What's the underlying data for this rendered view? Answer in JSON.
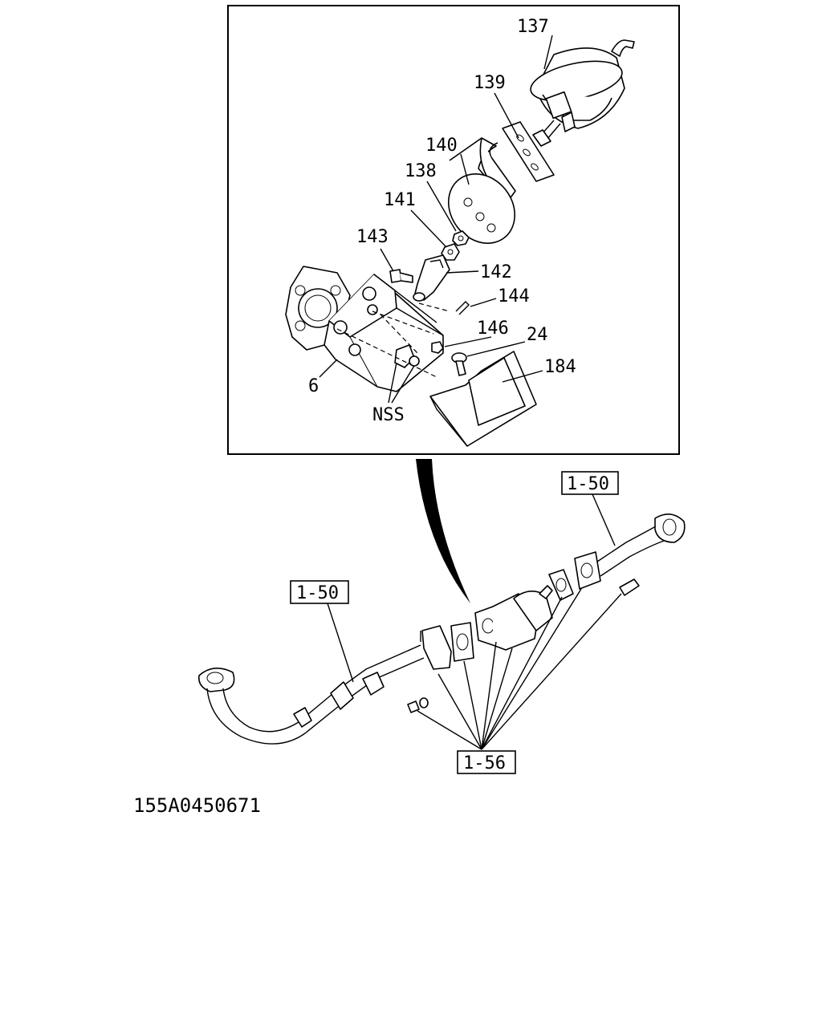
{
  "detail_labels": {
    "p137": "137",
    "p139": "139",
    "p140": "140",
    "p138": "138",
    "p141": "141",
    "p143": "143",
    "p142": "142",
    "p144": "144",
    "p146": "146",
    "p24": "24",
    "p184": "184",
    "p6": "6",
    "nss": "NSS"
  },
  "references": {
    "ref_top_right": "1-50",
    "ref_left": "1-50",
    "ref_bottom": "1-56"
  },
  "figure_code": "155A0450671",
  "colors": {
    "line": "#000000",
    "background": "#ffffff"
  }
}
